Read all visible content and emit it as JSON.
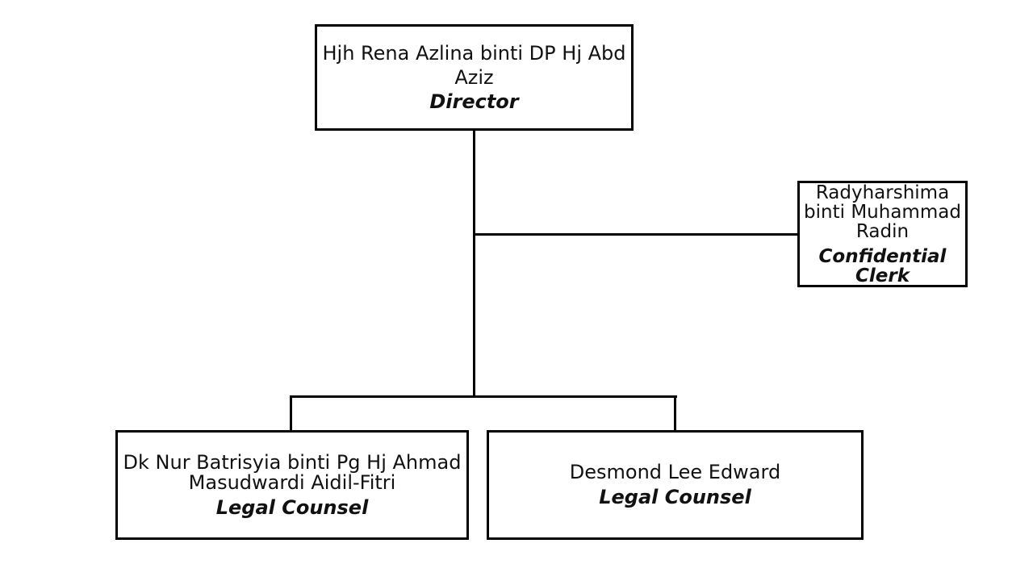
{
  "canvas": {
    "background": "#ffffff",
    "stroke_color": "#000000",
    "text_color": "#111111"
  },
  "org_chart": {
    "nodes": {
      "director": {
        "name_lines": [
          "Hjh Rena Azlina binti DP Hj Abd",
          "Aziz"
        ],
        "title": "Director"
      },
      "confidential_clerk": {
        "name_lines": [
          "Radyharshima",
          "binti Muhammad",
          "Radin"
        ],
        "title_lines": [
          "Confidential",
          "Clerk"
        ]
      },
      "legal_counsel_1": {
        "name_lines": [
          "Dk Nur Batrisyia binti Pg Hj Ahmad",
          "Masudwardi Aidil-Fitri"
        ],
        "title": "Legal Counsel"
      },
      "legal_counsel_2": {
        "name_lines": [
          "Desmond Lee Edward"
        ],
        "title": "Legal Counsel"
      }
    },
    "edges": [
      {
        "from": "director",
        "to": "confidential_clerk",
        "style": "assistant-side-branch"
      },
      {
        "from": "director",
        "to": "legal_counsel_1",
        "style": "subordinate"
      },
      {
        "from": "director",
        "to": "legal_counsel_2",
        "style": "subordinate"
      }
    ]
  }
}
